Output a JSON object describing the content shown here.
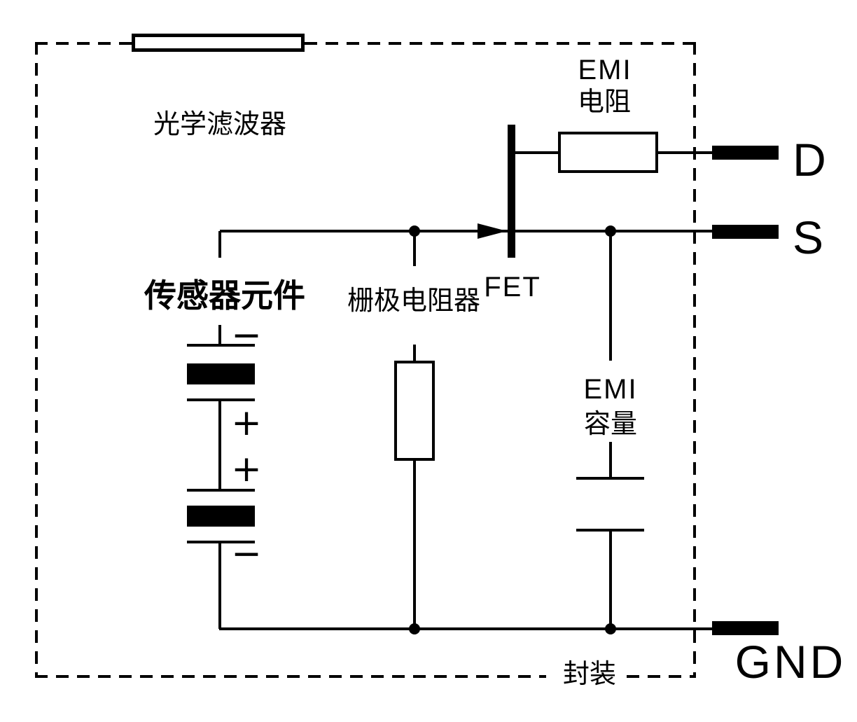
{
  "diagram": {
    "background_color": "#ffffff",
    "line_color": "#000000",
    "package": {
      "label": "封装"
    },
    "optical_filter": {
      "label": "光学滤波器"
    },
    "sensor_element": {
      "label": "传感器元件",
      "polarity_marks": [
        "−",
        "+",
        "+",
        "−"
      ]
    },
    "gate_resistor": {
      "label": "栅极电阻器"
    },
    "fet": {
      "label": "FET"
    },
    "emi_resistor": {
      "line1": "EMI",
      "line2": "电阻"
    },
    "emi_capacitor": {
      "line1": "EMI",
      "line2": "容量"
    },
    "terminals": [
      {
        "name": "drain",
        "label": "D"
      },
      {
        "name": "source",
        "label": "S"
      },
      {
        "name": "ground",
        "label": "GND"
      }
    ]
  }
}
